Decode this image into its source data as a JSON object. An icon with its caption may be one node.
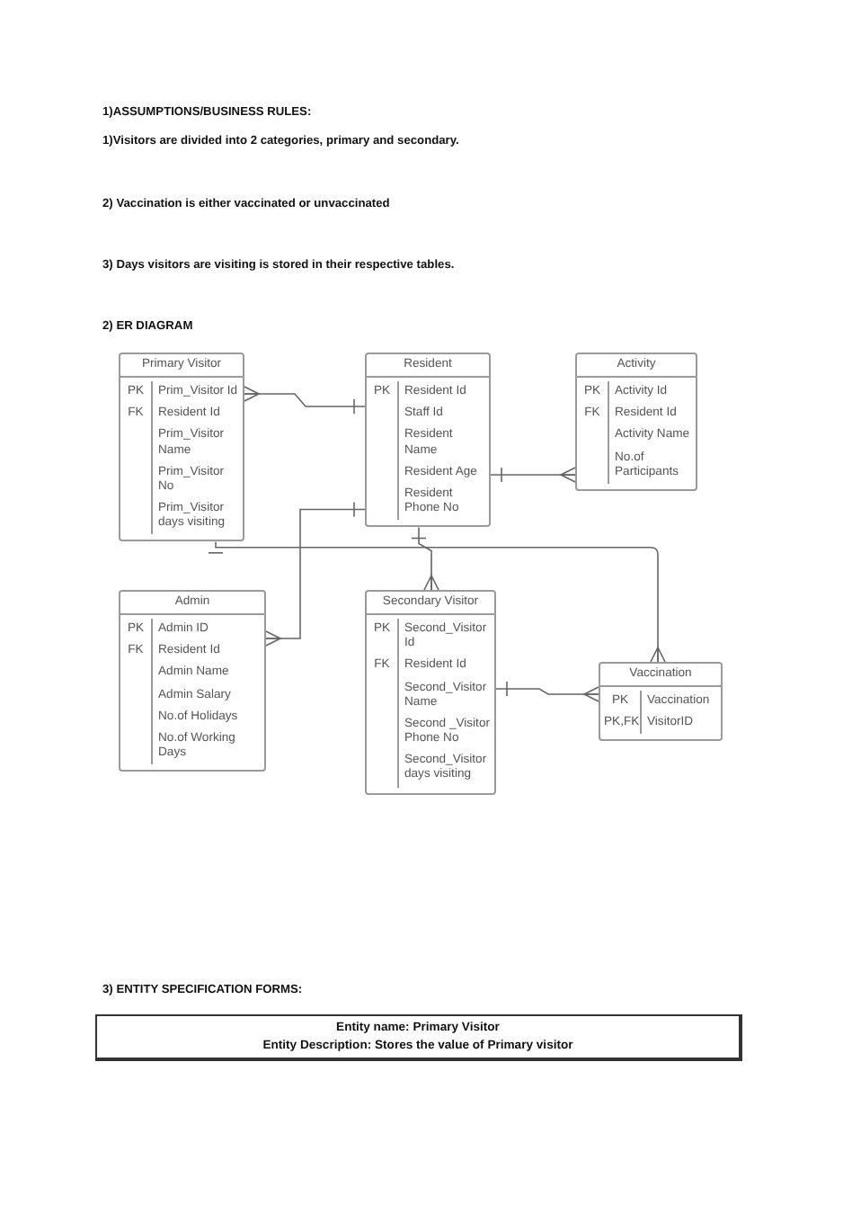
{
  "diagram": {
    "nodes": [
      {
        "text": [
          "Primary Visitor",
          "PK",
          "Prim_Visitor Id",
          "FK",
          "Resident Id",
          "Prim_Visitor Name",
          "Prim_Visitor No",
          "Prim_Visitor days visiting"
        ]
      },
      {
        "text": [
          "Resident",
          "PK",
          "Resident Id",
          "Staff Id",
          "Resident Name",
          "Resident Age",
          "Resident Phone No"
        ]
      },
      {
        "text": [
          "Activity",
          "PK",
          "Activity Id",
          "FK",
          "Resident Id",
          "Activity Name",
          "No.of Participants"
        ]
      },
      {
        "text": [
          "Admin",
          "PK",
          "Admin ID",
          "FK",
          "Resident Id",
          "Admin Name",
          "Admin  Salary",
          "No.of Holidays",
          "No.of Working Days"
        ]
      },
      {
        "text": [
          "Secondary Visitor",
          "PK",
          "Second_Visitor Id",
          "FK",
          "Resident Id",
          "Second_Visitor Name",
          "Second _Visitor Phone No",
          "Second_Visitor days visiting"
        ]
      },
      {
        "text": [
          "Vaccination",
          "PK",
          "Vaccination",
          "PK,FK",
          "VisitorID"
        ]
      },
      {
        "text": [
          "Entity name: Primary Visitor",
          "Entity Description: Stores the value of Primary visitor"
        ]
      }
    ],
    "edges": [
      {
        "from": 1,
        "to": 0,
        "arrow": "other"
      },
      {
        "from": 1,
        "to": 2,
        "arrow": "other"
      },
      {
        "from": 1,
        "to": 3,
        "arrow": "other"
      },
      {
        "from": 1,
        "to": 4,
        "arrow": "other"
      },
      {
        "from": 0,
        "to": 5,
        "arrow": "other"
      },
      {
        "from": 4,
        "to": 5,
        "arrow": "other"
      }
    ],
    "labels": [
      "1)ASSUMPTIONS/BUSINESS RULES:",
      "1)Visitors are divided into 2 categories, primary and secondary.",
      "2) Vaccination is either vaccinated or unvaccinated",
      "3) Days visitors are visiting is stored in their respective tables.",
      "2) ER DIAGRAM",
      "3) ENTITY SPECIFICATION FORMS:"
    ]
  }
}
